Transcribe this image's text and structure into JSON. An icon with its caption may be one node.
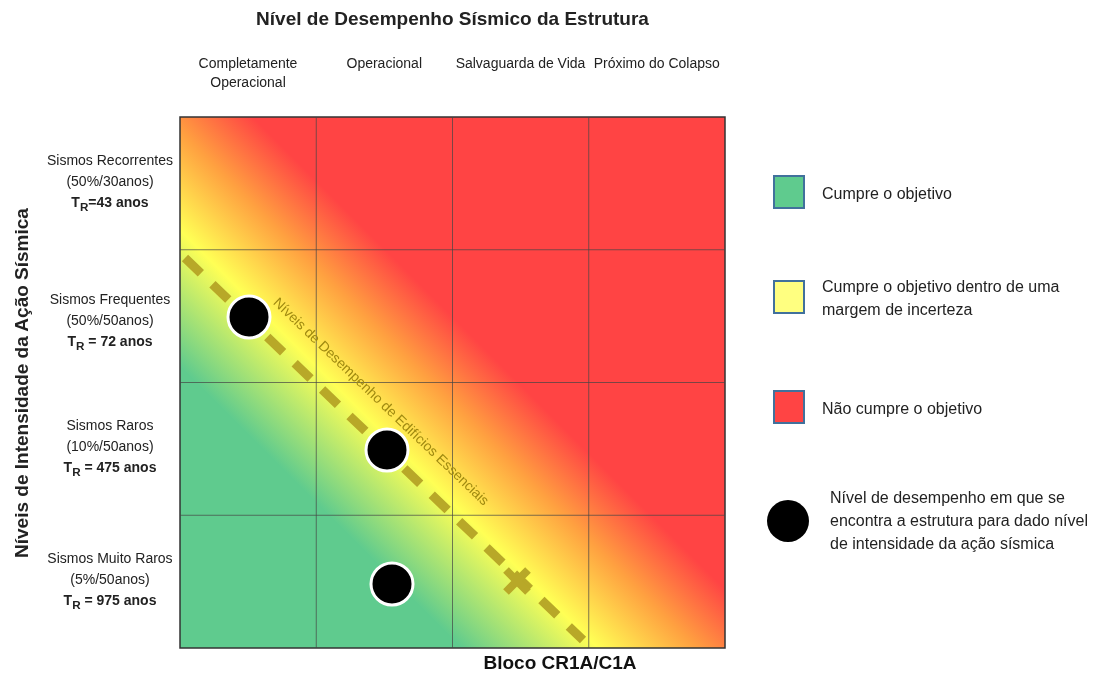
{
  "diagram": {
    "title": "Nível de Desempenho Sísmico da Estrutura",
    "caption": "Bloco CR1A/C1A",
    "labels": [
      "Completamente Operacional",
      "Operacional",
      "Salvaguarda de Vida",
      "Próximo do Colapso",
      "Níveis de Intensidade da Ação Sísmica",
      "Sismos Recorrentes (50%/30anos)",
      "T$_{R}$=43 anos",
      "Sismos Frequentes (50%/50anos)",
      "T$_{R}$ = 72 anos",
      "Sismos Raros (10%/50anos)",
      "T$_{R}$ = 475 anos",
      "Sismos Muito Raros (5%/50anos)",
      "T$_{R}$ = 975 anos",
      "Níveis de Desempenho de Edifícios Essenciais"
    ],
    "legend": [
      {
        "text": "Cumpre o objetivo",
        "color": "#5fcb8e"
      },
      {
        "text": "Cumpre o objetivo dentro de uma margem de incerteza",
        "color": "#ffff80"
      },
      {
        "text": "Não cumpre o objetivo",
        "color": "#ff4444"
      },
      {
        "text": "Nível de desempenho em que se encontra a estrutura para dado nível de intensidade da ação sísmica"
      }
    ]
  }
}
